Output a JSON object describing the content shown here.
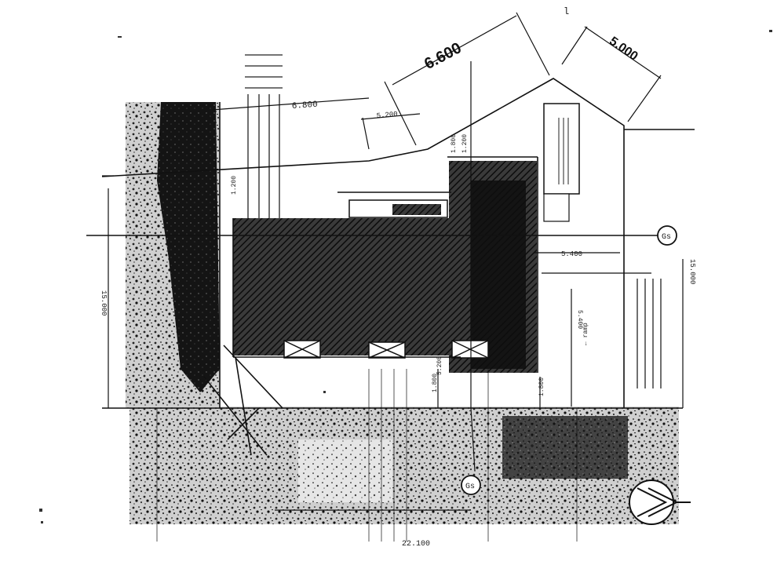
{
  "drawing": {
    "dims": {
      "top_diagonal": "6.600",
      "top_right": "5.000",
      "upper_left_run": "6.800",
      "upper_small": "5.200",
      "interior_right": "5.400",
      "left_vertical": "15.000",
      "right_vertical": "15.000",
      "bottom_total": "22.100",
      "lower_a": "5.200",
      "lower_b": "1.800",
      "lower_c": "1.800",
      "inner_vertical": "5.400",
      "small_left": "1.200",
      "small_mid": "1.800",
      "small_top": "1.200"
    },
    "markers": {
      "right_circle": "Gs",
      "bottom_circle": "Gs",
      "top_tick": "l"
    },
    "labels": {
      "ramp_note": "← ramp"
    },
    "colors": {
      "ink": "#111111",
      "hatch": "#2a2a2a",
      "paper": "#ffffff"
    }
  }
}
